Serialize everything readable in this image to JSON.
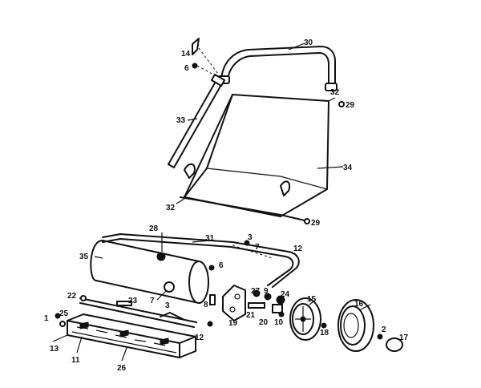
{
  "callouts": [
    {
      "id": "30",
      "text": "30"
    },
    {
      "id": "14",
      "text": "14"
    },
    {
      "id": "6a",
      "text": "6"
    },
    {
      "id": "33",
      "text": "33"
    },
    {
      "id": "32a",
      "text": "32"
    },
    {
      "id": "29a",
      "text": "29"
    },
    {
      "id": "34",
      "text": "34"
    },
    {
      "id": "32b",
      "text": "32"
    },
    {
      "id": "29b",
      "text": "29"
    },
    {
      "id": "28",
      "text": "28"
    },
    {
      "id": "31",
      "text": "31"
    },
    {
      "id": "3a",
      "text": "3"
    },
    {
      "id": "7a",
      "text": "7"
    },
    {
      "id": "12a",
      "text": "12"
    },
    {
      "id": "35",
      "text": "35"
    },
    {
      "id": "6b",
      "text": "6"
    },
    {
      "id": "7b",
      "text": "7"
    },
    {
      "id": "27",
      "text": "27"
    },
    {
      "id": "9",
      "text": "9"
    },
    {
      "id": "24",
      "text": "24"
    },
    {
      "id": "15",
      "text": "15"
    },
    {
      "id": "16",
      "text": "16"
    },
    {
      "id": "22",
      "text": "22"
    },
    {
      "id": "23",
      "text": "23"
    },
    {
      "id": "8",
      "text": "8"
    },
    {
      "id": "21",
      "text": "21"
    },
    {
      "id": "20",
      "text": "20"
    },
    {
      "id": "10",
      "text": "10"
    },
    {
      "id": "18",
      "text": "18"
    },
    {
      "id": "3b",
      "text": "3"
    },
    {
      "id": "19",
      "text": "19"
    },
    {
      "id": "25",
      "text": "25"
    },
    {
      "id": "1",
      "text": "1"
    },
    {
      "id": "12b",
      "text": "12"
    },
    {
      "id": "2",
      "text": "2"
    },
    {
      "id": "17",
      "text": "17"
    },
    {
      "id": "13",
      "text": "13"
    },
    {
      "id": "11",
      "text": "11"
    },
    {
      "id": "26",
      "text": "26"
    }
  ]
}
